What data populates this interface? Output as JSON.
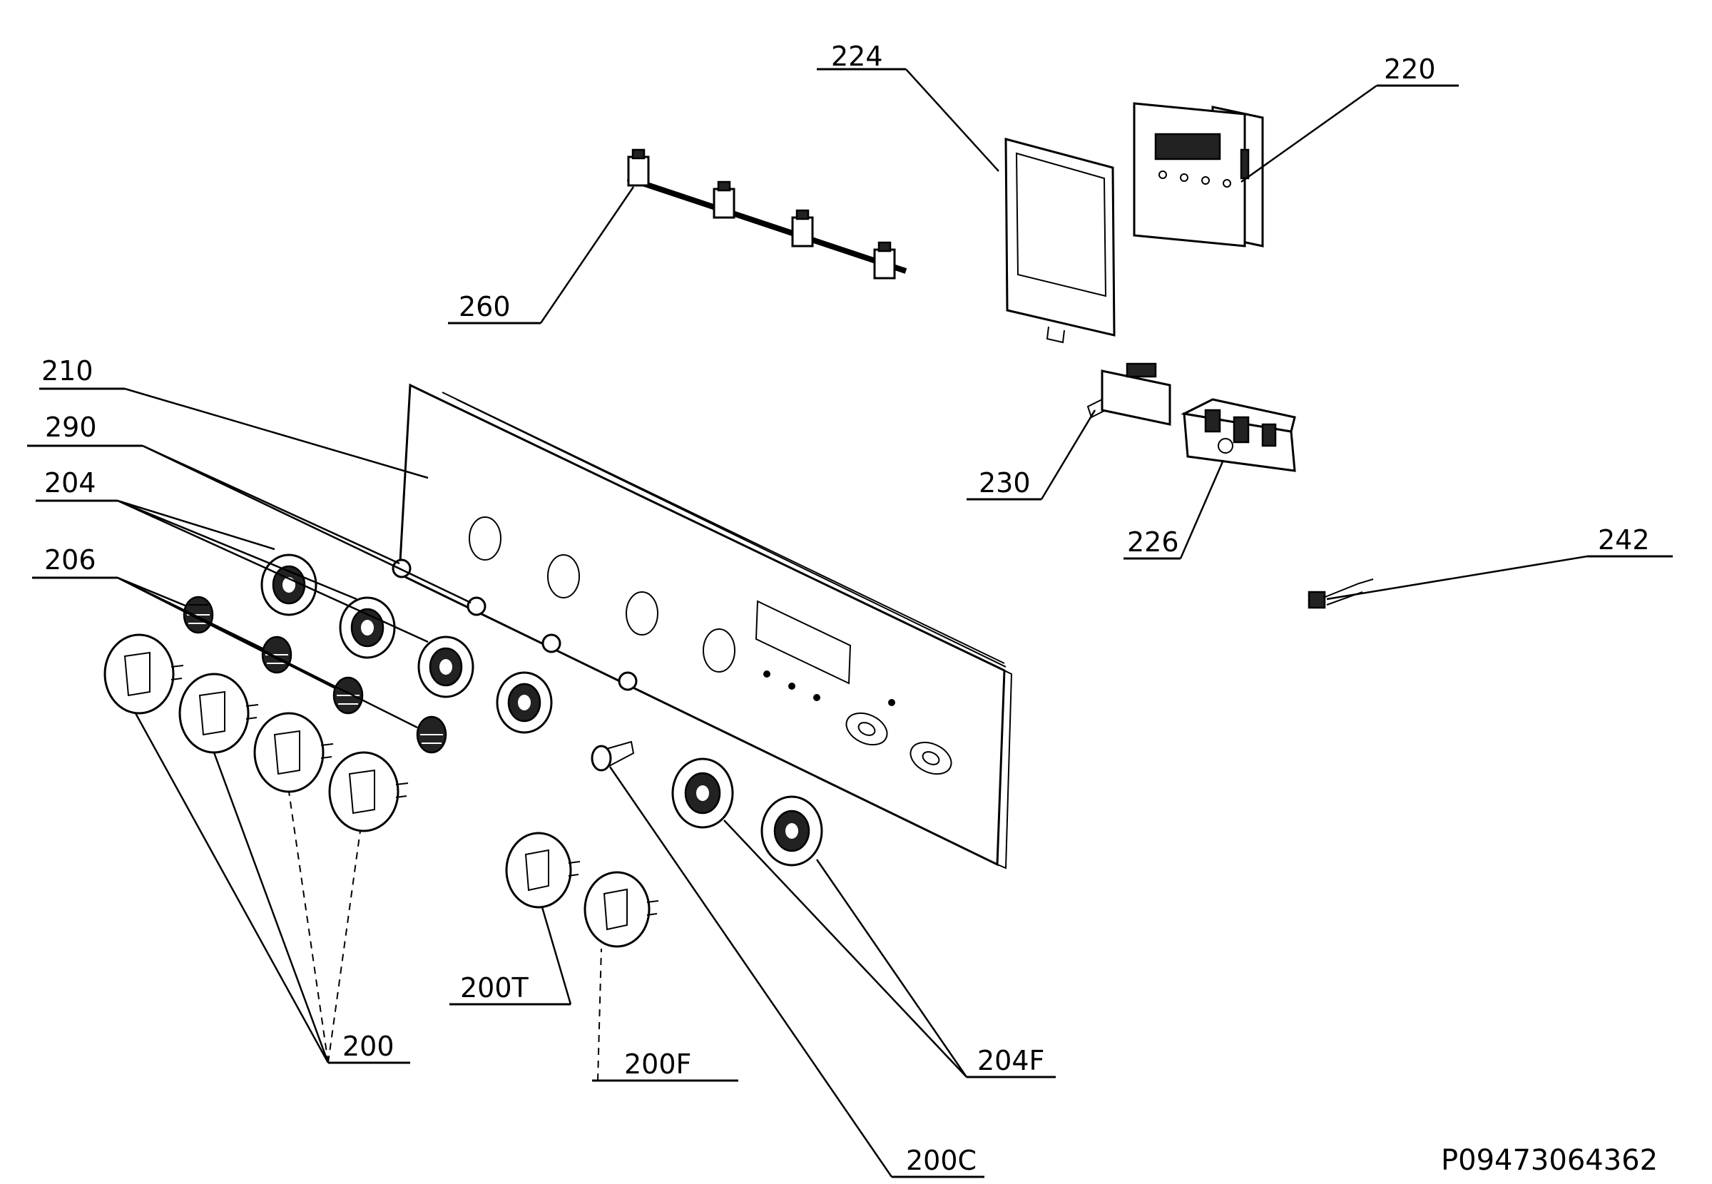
{
  "diagram": {
    "labels": {
      "p200": "200",
      "p200T": "200T",
      "p200F": "200F",
      "p200C": "200C",
      "p204": "204",
      "p204F": "204F",
      "p206": "206",
      "p210": "210",
      "p220": "220",
      "p224": "224",
      "p226": "226",
      "p230": "230",
      "p242": "242",
      "p260": "260",
      "p290": "290"
    },
    "code": "P09473064362"
  }
}
